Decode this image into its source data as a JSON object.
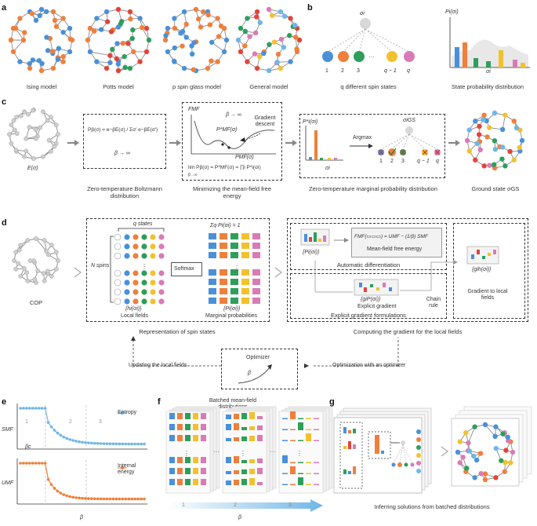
{
  "panels": {
    "a": "a",
    "b": "b",
    "c": "c",
    "d": "d",
    "e": "e",
    "f": "f",
    "g": "g"
  },
  "a": {
    "models": [
      "Ising model",
      "Potts model",
      "p spin glass model",
      "General model"
    ]
  },
  "b": {
    "sigma_i": "σi",
    "state_numbers": [
      "1",
      "2",
      "3",
      "q − 1",
      "q"
    ],
    "states_caption": "q different spin states",
    "dist_ylabel": "Pi(σi)",
    "dist_xlabel": "σi",
    "dist_caption": "State probability distribution"
  },
  "c": {
    "energy": "E(σ)",
    "boltzmann_eq": "Pβ(σ) = e−βE(σ) / Σσ′ e−βE(σ′)",
    "beta_inf": "β → ∞",
    "boltzmann_caption": "Zero-temperature Boltzmann distribution",
    "fmf": "FMF",
    "beta_inf2": "β → ∞",
    "pmf_star": "P*MF(σ)",
    "gradient_descent": "Gradient descent",
    "pmf_axis": "PMF(σ)",
    "limit_eq": "lim Pβ(σ) = P*MF(σ) = ∏i P*i(σi)",
    "limit_sub": "β→∞",
    "fe_caption": "Minimizing the mean-field free energy",
    "pi_star": "P*i(σi)",
    "sigma_i": "σi",
    "argmax": "Argmax",
    "sigma_gs_i": "σiGS",
    "gs_nums": [
      "1",
      "2",
      "3",
      "q − 1",
      "q"
    ],
    "marginal_caption": "Zero-temperature marginal probability distribution",
    "ground_state": "Ground state σGS"
  },
  "d": {
    "cop": "COP",
    "q_states": "q states",
    "n_spins": "N spins",
    "softmax": "Softmax",
    "sum_eq": "Σq Pi(σi) = 1",
    "local_fields_sym": "{hi(σi)}",
    "local_fields": "Local fields",
    "marginal_sym": "{Pi(σi)}",
    "marginal_probs": "Marginal probabilities",
    "repr_caption": "Representation of spin states",
    "pi_set": "{Pi(σi)}",
    "fmf_eq": "FMF(▭▭▭) = UMF − (1/β) SMF",
    "mf_free_energy": "Mean-field free energy",
    "auto_diff": "Automatic differentiation",
    "gi_p": "{giP(σi)}",
    "explicit_grad": "Explicit gradient",
    "chain_rule": "Chain rule",
    "explicit_formulations": "Explicit gradient formulations",
    "gi_h": "{gih(σi)}",
    "gradient_to": "Gradient to local fields",
    "computing_caption": "Computing the gradient for the local fields",
    "optimizer": "Optimizer",
    "beta": "β",
    "updating": "Updating the local fields",
    "optimization": "Optimization with an optimizer"
  },
  "e": {
    "smf": "SMF",
    "umf": "UMF",
    "entropy": "Entropy",
    "internal_energy": "Internal energy",
    "beta_c": "βc",
    "regions": [
      "1",
      "2",
      "3"
    ],
    "xlabel": "β"
  },
  "f": {
    "title": "Batched mean-field distributions",
    "regions": [
      "1",
      "2",
      "3"
    ],
    "xlabel": "β"
  },
  "g": {
    "caption": "Inferring solutions from batched distributions"
  },
  "colors": {
    "blue": "#4a90d9",
    "orange": "#f07f3c",
    "green": "#2e9e5b",
    "yellow": "#f2c12e",
    "pink": "#d97bb6",
    "red": "#e0453a",
    "skyblue": "#6fb6e6",
    "dark": "#555555"
  }
}
